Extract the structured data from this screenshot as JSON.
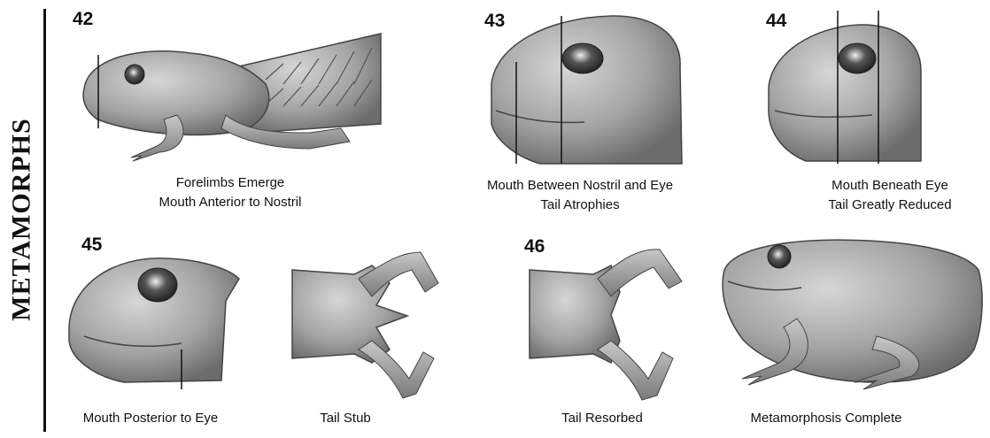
{
  "side_title": "METAMORPHS",
  "stages": [
    {
      "number": "42",
      "caption_line1": "Forelimbs Emerge",
      "caption_line2": "Mouth Anterior to Nostril"
    },
    {
      "number": "43",
      "caption_line1": "Mouth Between Nostril and Eye",
      "caption_line2": "Tail Atrophies"
    },
    {
      "number": "44",
      "caption_line1": "Mouth Beneath Eye",
      "caption_line2": "Tail Greatly Reduced"
    },
    {
      "number": "45",
      "caption_line1": "Mouth Posterior to Eye"
    },
    {
      "caption_line1": "Tail Stub"
    },
    {
      "number": "46",
      "caption_line1": "Tail Resorbed"
    },
    {
      "caption_line1": "Metamorphosis Complete"
    }
  ],
  "colors": {
    "ink": "#111111",
    "skin": "#9a9a9a",
    "skin_light": "#cfcfcf",
    "skin_dark": "#5a5a5a"
  }
}
